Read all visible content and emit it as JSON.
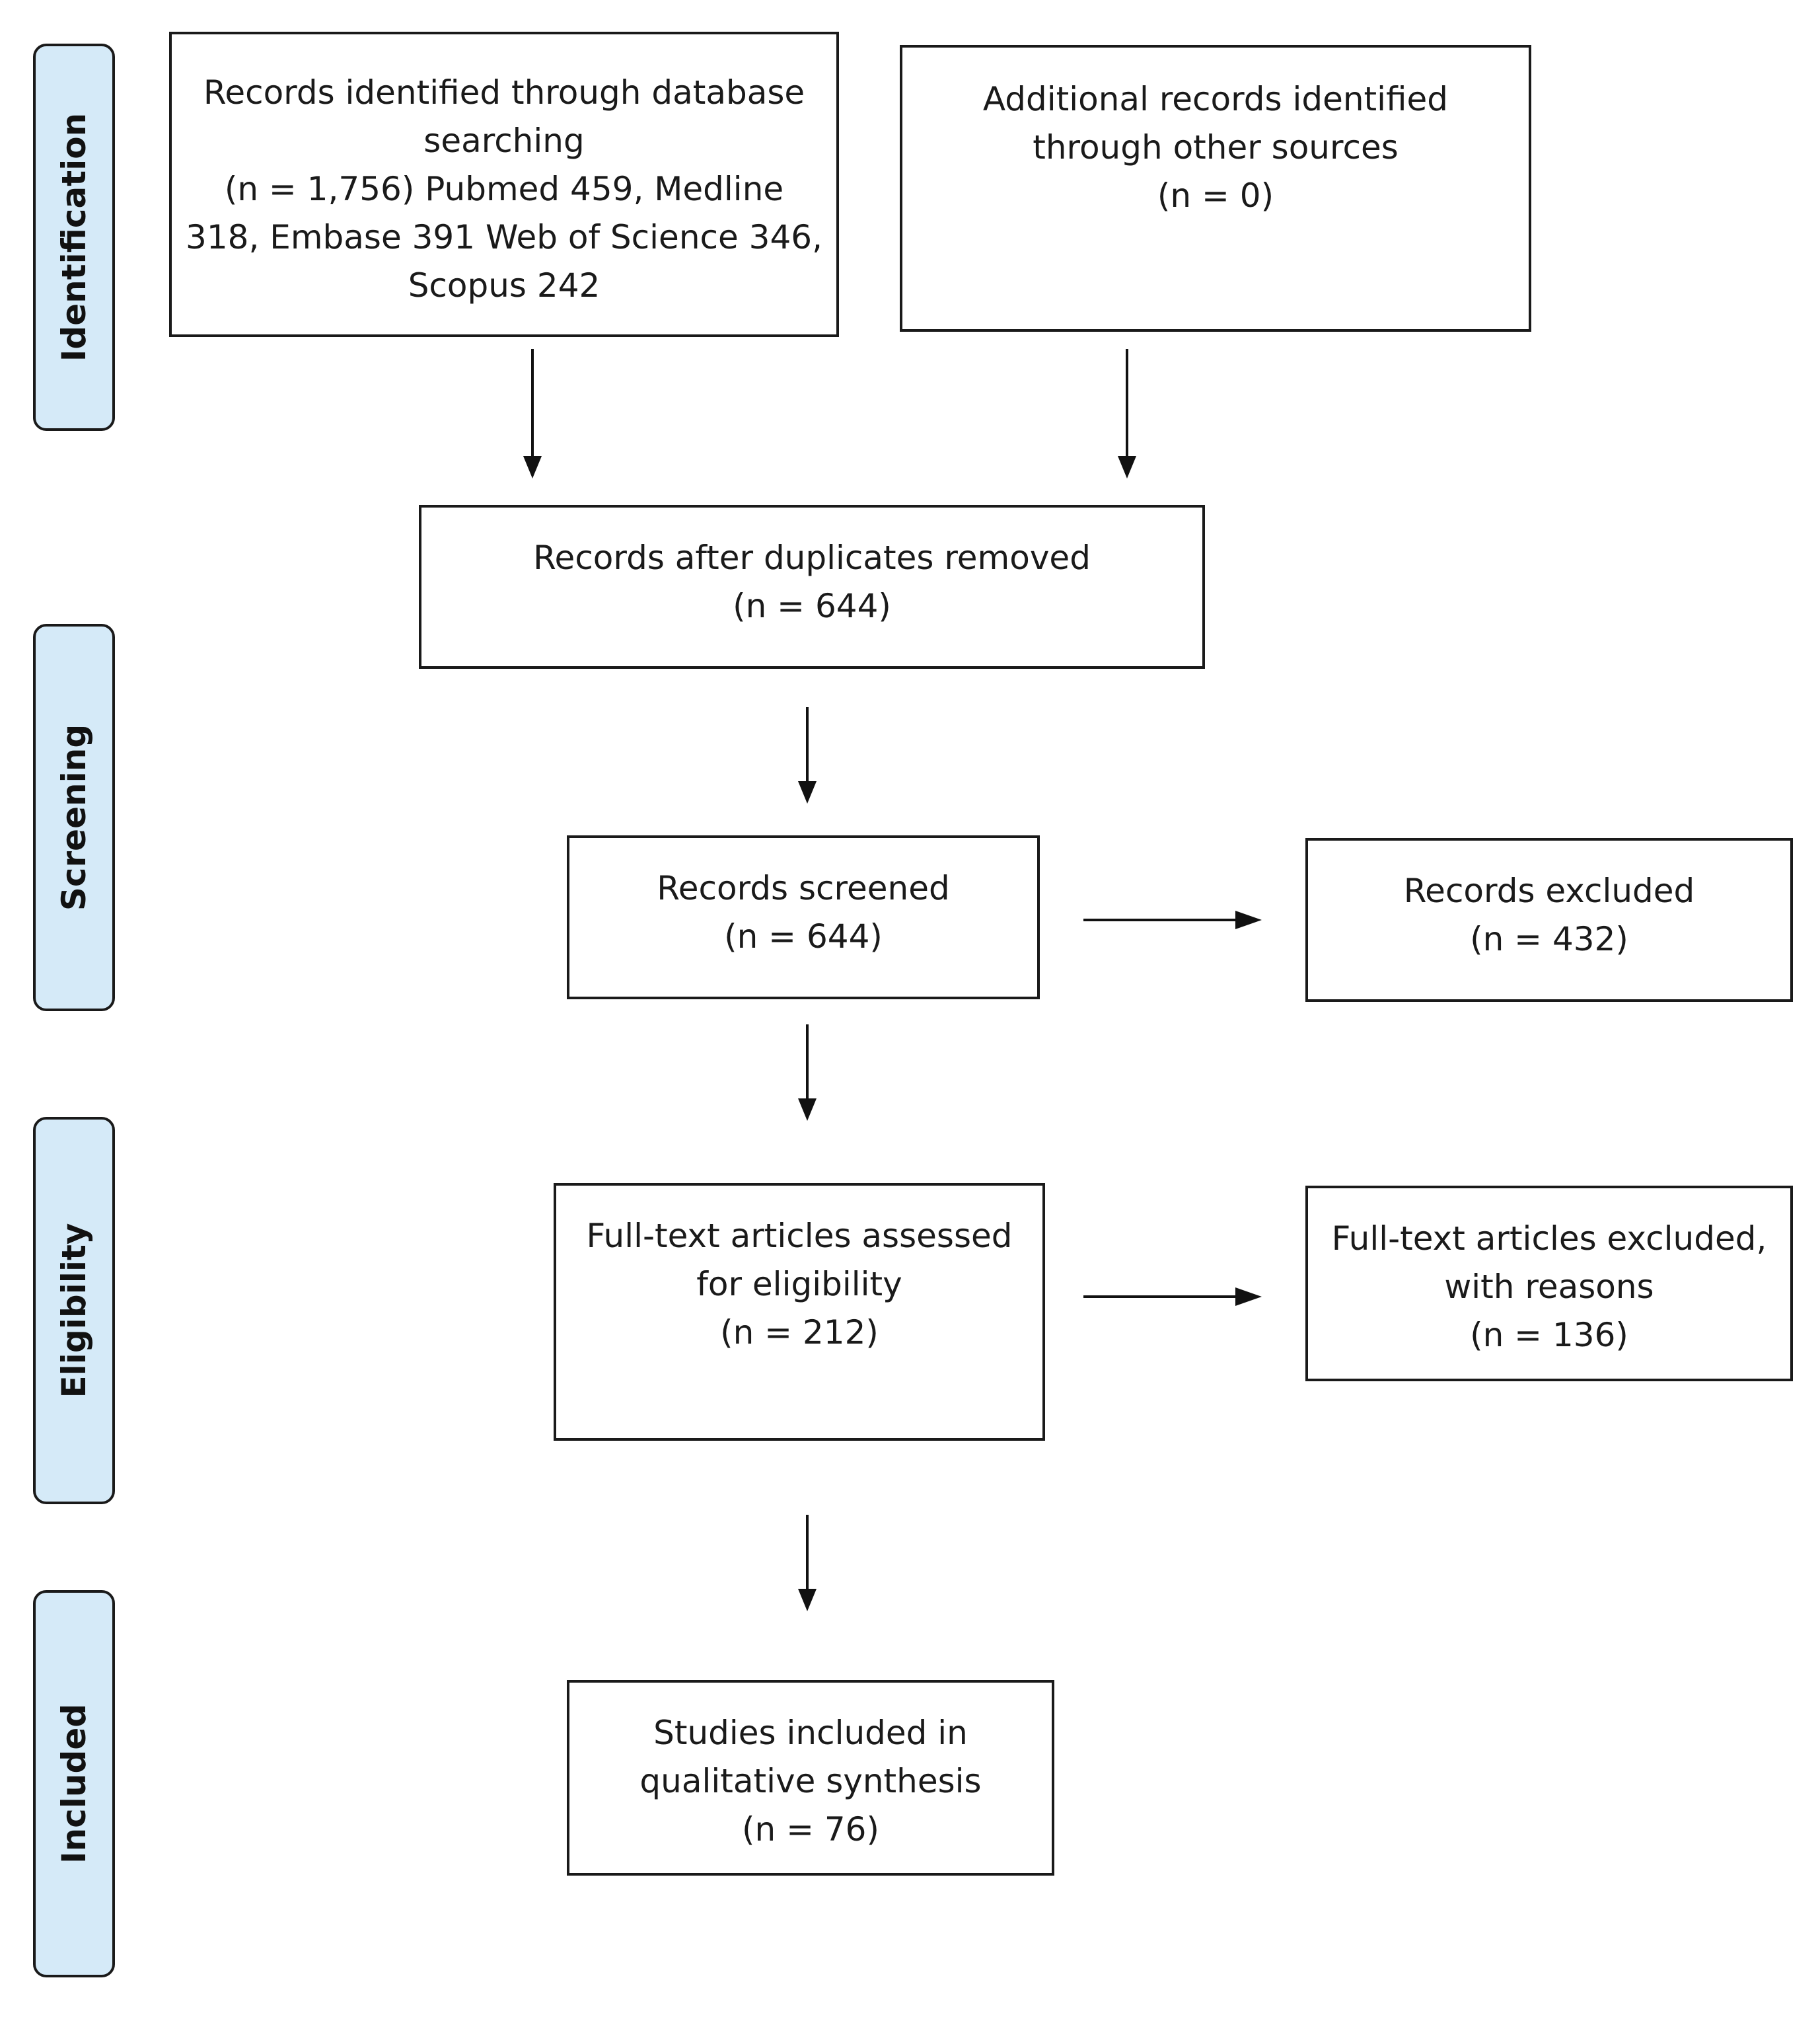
{
  "phases": {
    "identification": "Identification",
    "screening": "Screening",
    "eligibility": "Eligibility",
    "included": "Included"
  },
  "boxes": {
    "database_records": {
      "lines": [
        "Records identified through database",
        "searching",
        "(n = 1,756) Pubmed 459, Medline",
        "318, Embase 391 Web of Science 346,",
        "Scopus 242"
      ]
    },
    "other_sources": {
      "lines": [
        "Additional records identified",
        "through other sources",
        "(n = 0)"
      ]
    },
    "after_duplicates": {
      "lines": [
        "Records after duplicates removed",
        "(n = 644)"
      ]
    },
    "screened": {
      "lines": [
        "Records screened",
        "(n = 644)"
      ]
    },
    "excluded": {
      "lines": [
        "Records excluded",
        "(n = 432)"
      ]
    },
    "fulltext_assessed": {
      "lines": [
        "Full-text articles assessed",
        "for eligibility",
        "(n = 212)"
      ]
    },
    "fulltext_excluded": {
      "lines": [
        "Full-text articles excluded,",
        "with reasons",
        "(n = 136)"
      ]
    },
    "included_studies": {
      "lines": [
        "Studies included in",
        "qualitative synthesis",
        "(n = 76)"
      ]
    }
  }
}
